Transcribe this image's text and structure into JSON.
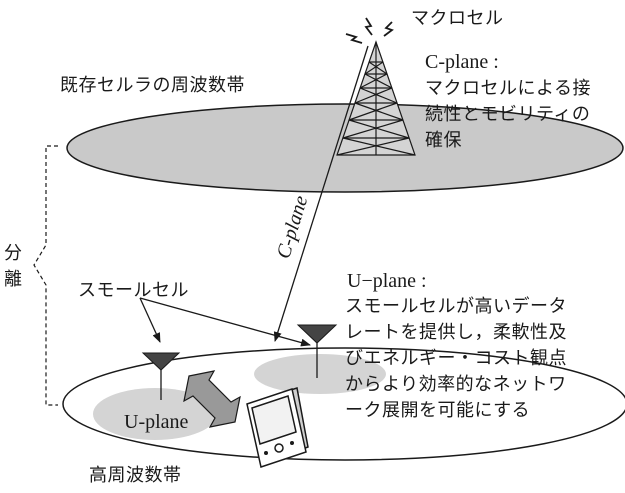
{
  "labels": {
    "macro_cell": "マクロセル",
    "existing_band": "既存セルラの周波数帯",
    "separation": [
      "分",
      "離"
    ],
    "small_cell": "スモールセル",
    "c_plane_arrow": "C-plane",
    "u_plane_zone": "U-plane",
    "high_band": "高周波数帯"
  },
  "callouts": {
    "c_plane": {
      "heading": "C-plane :",
      "lines": [
        "マクロセルによる接",
        "続性とモビリティの",
        "確保"
      ]
    },
    "u_plane": {
      "heading": "U−plane :",
      "lines": [
        "スモールセルが高いデータ",
        "レートを提供し，柔軟性及",
        "びエネルギー・コスト観点",
        "からより効率的なネットワ",
        "ーク展開を可能にする"
      ]
    }
  },
  "colors": {
    "ellipse_fill": "#c9c9c9",
    "small_cell_fill": "#d4d4d4",
    "line": "#1a1a1a",
    "arrow_fill": "#999999"
  },
  "icons": [
    "macro-tower-icon",
    "antenna-icon",
    "mobile-device-icon",
    "double-arrow-icon"
  ]
}
